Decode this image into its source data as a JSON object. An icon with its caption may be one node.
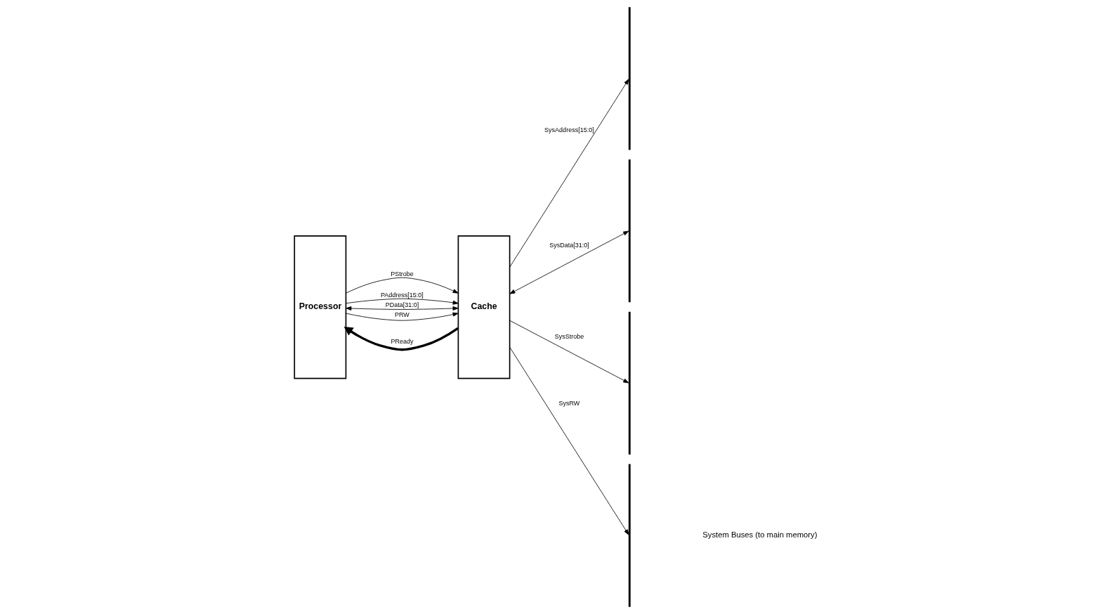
{
  "diagram": {
    "nodes": [
      {
        "text": [
          "Processor"
        ]
      },
      {
        "text": [
          "Cache"
        ]
      },
      {
        "text": [],
        "shape": "bar"
      },
      {
        "text": [],
        "shape": "bar"
      },
      {
        "text": [],
        "shape": "bar"
      },
      {
        "text": [],
        "shape": "bar"
      }
    ],
    "edges": [
      {
        "from": 0,
        "to": 1,
        "arrow": "to",
        "label": "PStrobe"
      },
      {
        "from": 0,
        "to": 1,
        "arrow": "to",
        "label": "PAddress[15:0]"
      },
      {
        "from": 0,
        "to": 1,
        "arrow": "both",
        "label": "PData[31:0]"
      },
      {
        "from": 1,
        "to": 0,
        "arrow": "to",
        "label": "PReady",
        "style": "thick"
      },
      {
        "from": 0,
        "to": 1,
        "arrow": "to",
        "label": "PRW"
      },
      {
        "from": 1,
        "to": 4,
        "arrow": "to",
        "label": "SysStrobe"
      },
      {
        "from": 1,
        "to": 2,
        "arrow": "to",
        "label": "SysAddress[15:0]"
      },
      {
        "from": 1,
        "to": 3,
        "arrow": "both",
        "label": "SysData[31:0]"
      },
      {
        "from": 1,
        "to": 5,
        "arrow": "to",
        "label": "SysRW"
      }
    ],
    "labels": [
      "System Buses (to main memory)"
    ]
  }
}
